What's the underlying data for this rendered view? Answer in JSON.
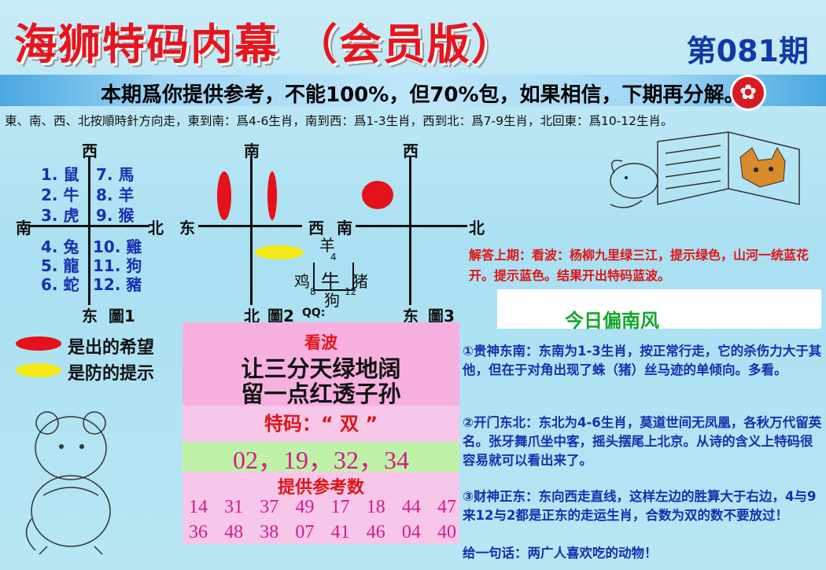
{
  "header": {
    "title": "海狮特码内幕 （会员版）",
    "issue": "第081期",
    "banner": "本期爲你提供参考，不能100%，但70%包，如果相信，下期再分解。",
    "intro": "東、南、西、北按順時針方向走，東到南：爲4-6生肖，南到西：爲1-3生肖，西到北：爲7-9生肖，北回東：爲10-12生肖。"
  },
  "diagram1": {
    "top": "西",
    "left": "南",
    "right": "北",
    "bottom": "东",
    "caption": "圖1",
    "left_col": [
      "1. 鼠",
      "2. 牛",
      "3. 虎",
      "4. 兔",
      "5. 龍",
      "6. 蛇"
    ],
    "right_col": [
      "7. 馬",
      "8. 羊",
      "9. 猴",
      "10. 雞",
      "11. 狗",
      "12. 豬"
    ]
  },
  "diagram2": {
    "top": "南",
    "left": "东",
    "right": "西",
    "bottom": "北",
    "caption": "圖2",
    "qq": "QQ:",
    "center": "牛",
    "up": "羊",
    "up_num": "4",
    "left_word": "鸡",
    "right_word": "猪",
    "down": "狗",
    "left_num": "8",
    "right_num": "12"
  },
  "diagram3": {
    "top": "西",
    "left": "南",
    "right": "北",
    "bottom": "东",
    "caption": "圖3"
  },
  "legend": {
    "red_text": "是出的希望",
    "yellow_text": "是防的提示"
  },
  "answer": "解答上期：看波：杨柳九里绿三江，提示绿色，山河一统蓝花开。提示蓝色。结果开出特码蓝波。",
  "wind": "今日偏南风",
  "hints": [
    "①贵神东南：东南为1-3生肖，按正常行走，它的杀伤力大于其他，但在于对角出现了蛛（猪）丝马迹的单倾向。多看。",
    "②开门东北：东北为4-6生肖，莫道世间无凤凰，各秋万代留英名。张牙舞爪坐中客，摇头摆尾上北京。从诗的含义上特码很容易就可以看出来了。",
    "③财神正东：东向西走直线，这样左边的胜算大于右边，4与9来12与2都是正东的走运生肖，合数为双的数不要放过！",
    "给一句话：两广人喜欢吃的动物！"
  ],
  "center_panel": {
    "kanbo": "看波",
    "poem_line1": "让三分天绿地阔",
    "poem_line2": "留一点红透子孙",
    "tema_label": "特码：“ 双 ”",
    "main_numbers": "02，19，32，34",
    "ref_title": "提供参考数",
    "ref_row1": [
      "14",
      "31",
      "37",
      "49",
      "17",
      "18",
      "44",
      "47"
    ],
    "ref_row2": [
      "36",
      "48",
      "38",
      "07",
      "41",
      "46",
      "04",
      "40"
    ]
  },
  "colors": {
    "title": "#e8141e",
    "issue": "#1238a8",
    "hint": "#1a2fb0",
    "answer": "#e01414",
    "numbers": "#d51a8a"
  }
}
